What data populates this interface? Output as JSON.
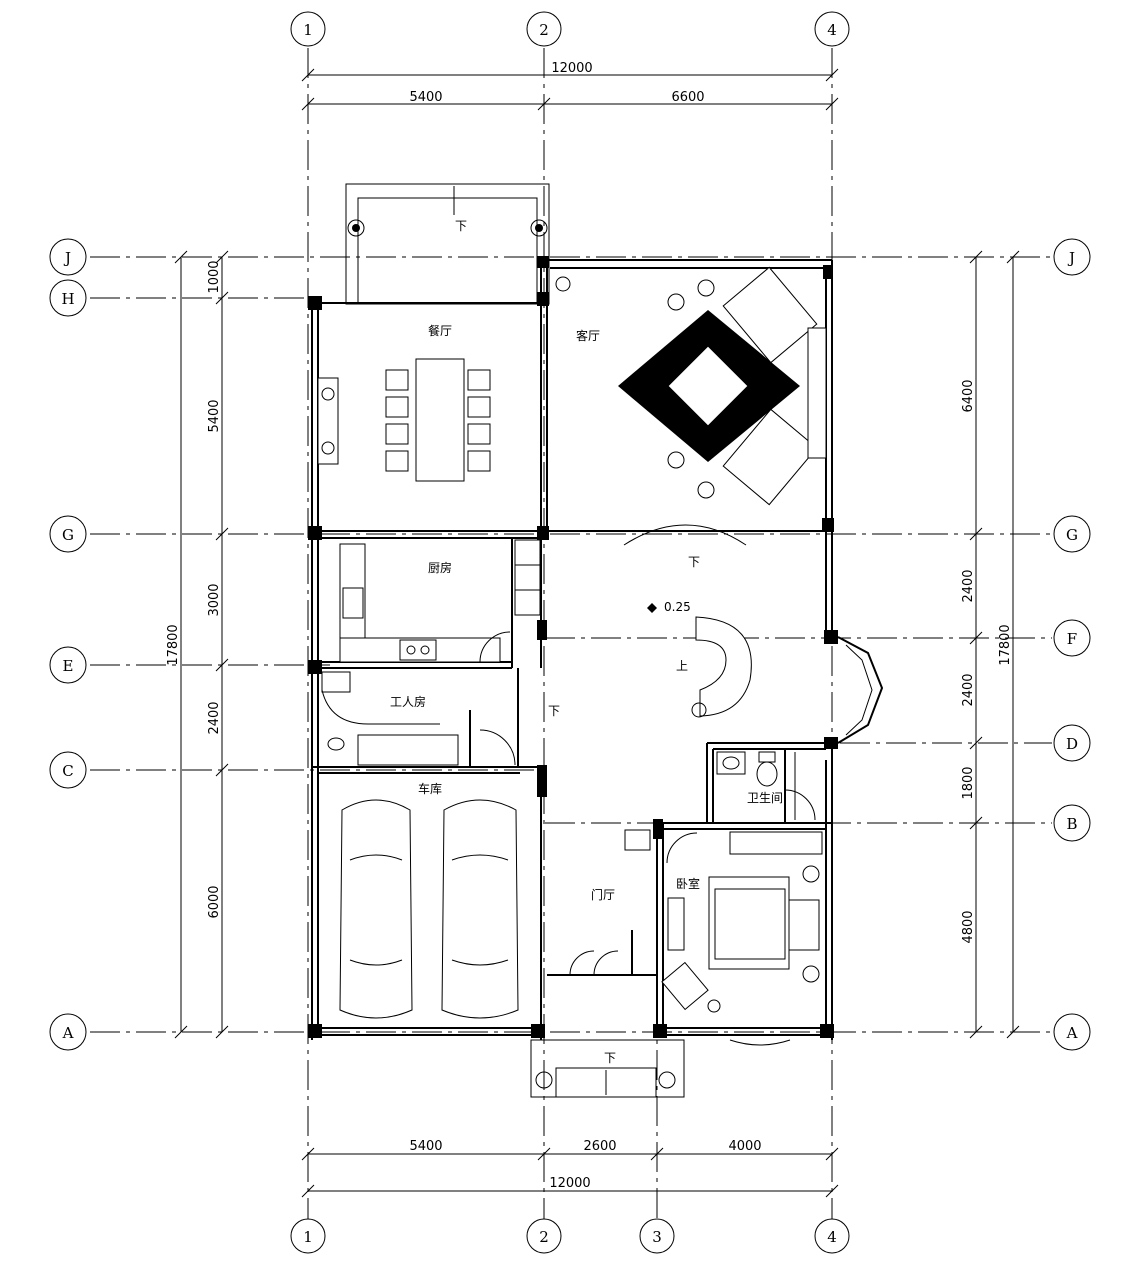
{
  "axes": {
    "top": [
      "1",
      "2",
      "4"
    ],
    "bottom": [
      "1",
      "2",
      "3",
      "4"
    ],
    "left": [
      "J",
      "H",
      "G",
      "E",
      "C",
      "A"
    ],
    "right": [
      "J",
      "G",
      "F",
      "D",
      "B",
      "A"
    ]
  },
  "dimensions": {
    "top_total": "12000",
    "top_parts": [
      "5400",
      "6600"
    ],
    "bottom_parts": [
      "5400",
      "2600",
      "4000"
    ],
    "bottom_total": "12000",
    "left_total": "17800",
    "left_parts": [
      "1000",
      "5400",
      "3000",
      "2400",
      "6000"
    ],
    "right_total": "17800",
    "right_parts": [
      "6400",
      "2400",
      "2400",
      "1800",
      "4800"
    ]
  },
  "rooms": {
    "dining": "餐厅",
    "living": "客厅",
    "kitchen": "厨房",
    "servant": "工人房",
    "garage": "车库",
    "foyer": "门厅",
    "bedroom": "卧室",
    "toilet": "卫生间"
  },
  "markers": {
    "down": "下",
    "up": "上",
    "level": "0.25"
  }
}
